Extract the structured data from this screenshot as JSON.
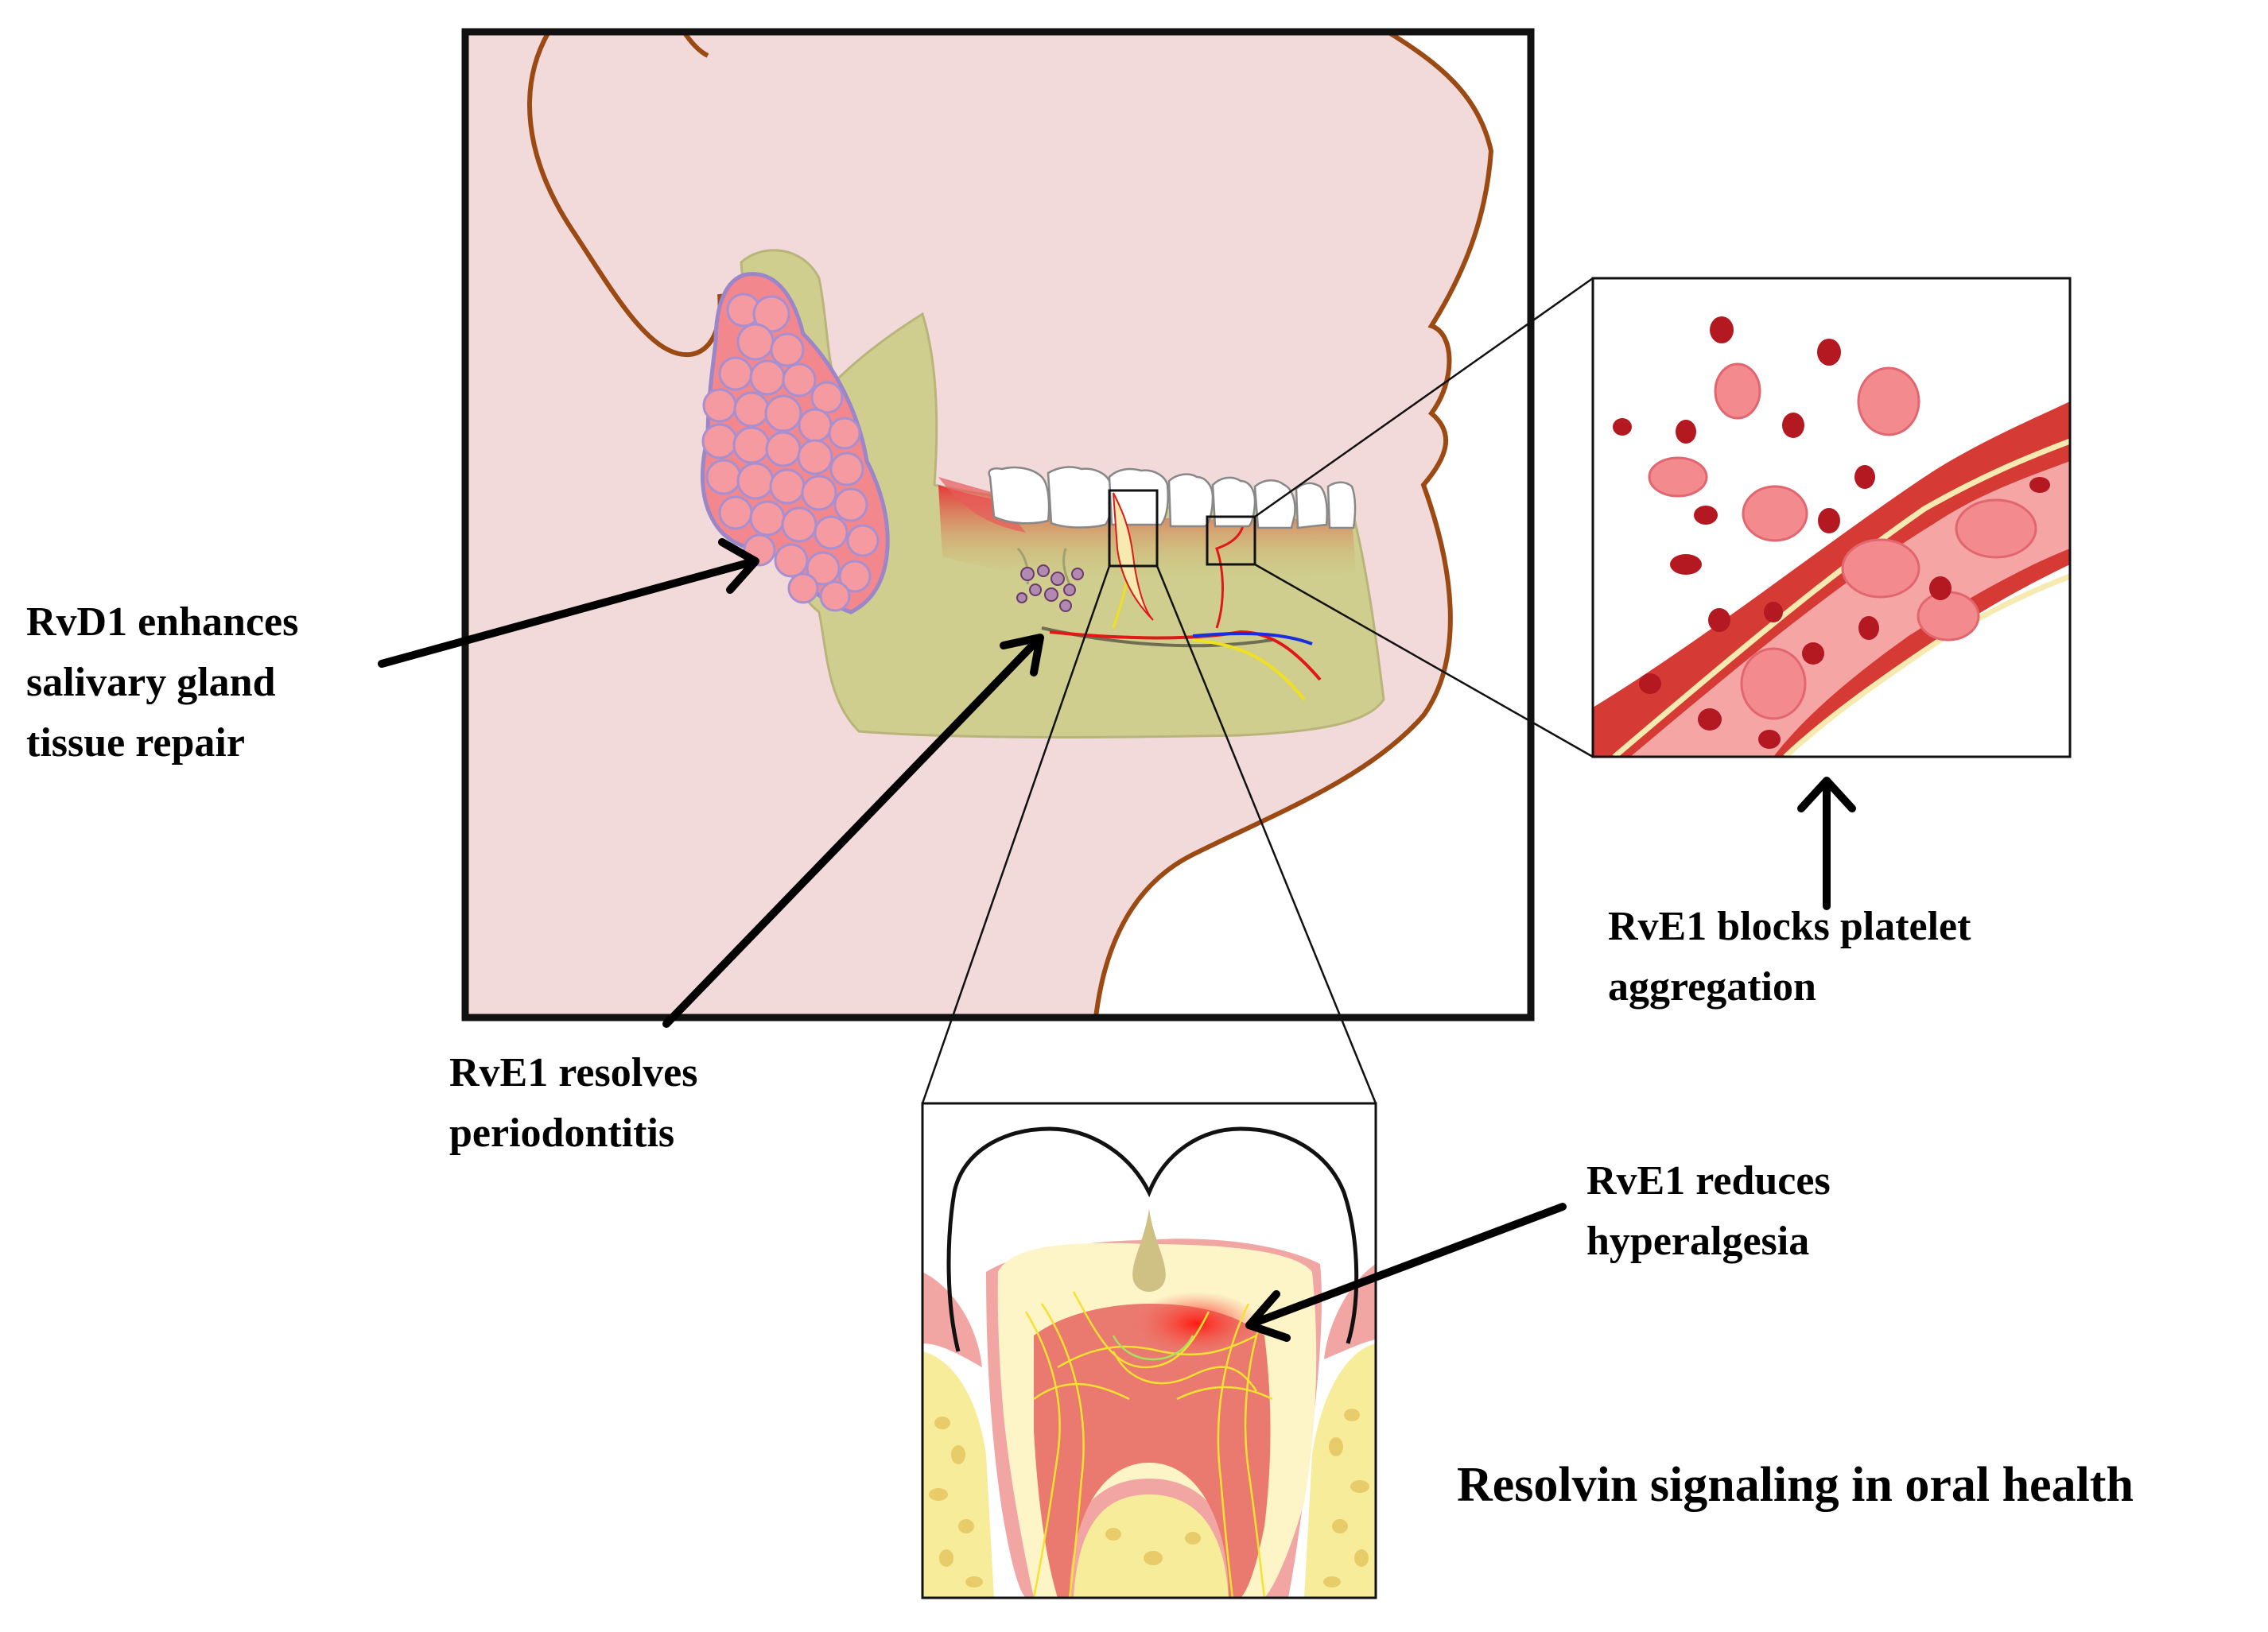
{
  "figure": {
    "annotations": {
      "salivary": {
        "lines": [
          "RvD1 enhances",
          "salivary gland",
          "tissue repair"
        ]
      },
      "periodontitis": {
        "lines": [
          "RvE1 resolves",
          "periodontitis"
        ]
      },
      "platelet": {
        "lines": [
          "RvE1 blocks platelet",
          "aggregation"
        ]
      },
      "hyperalgesia": {
        "lines": [
          "RvE1 reduces",
          "hyperalgesia"
        ]
      }
    },
    "title": "Resolvin signaling in oral health"
  }
}
